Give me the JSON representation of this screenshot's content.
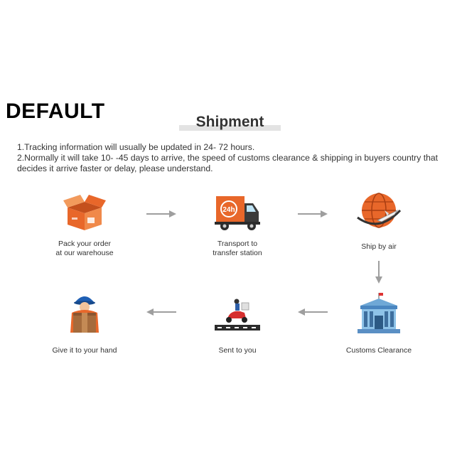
{
  "watermark": "DEFAULT",
  "title": "Shipment",
  "notes": [
    "1.Tracking information will usually be updated in 24- 72 hours.",
    "2.Normally it will take 10- -45 days to arrive, the speed of customs clearance & shipping in buyers country that decides it arrive faster or delay, please understand."
  ],
  "steps": [
    {
      "label": "Pack your order\nat our warehouse",
      "icon": "box-icon"
    },
    {
      "label": "Transport to\ntransfer station",
      "icon": "truck-24h-icon"
    },
    {
      "label": "Ship by air",
      "icon": "globe-airplane-icon"
    },
    {
      "label": "Customs Clearance",
      "icon": "customs-building-icon"
    },
    {
      "label": "Sent to you",
      "icon": "delivery-scooter-icon"
    },
    {
      "label": "Give it to your hand",
      "icon": "courier-package-icon"
    }
  ],
  "colors": {
    "orange": "#e8672a",
    "arrow": "#9e9e9e",
    "title_bar": "#e3e3e3"
  }
}
